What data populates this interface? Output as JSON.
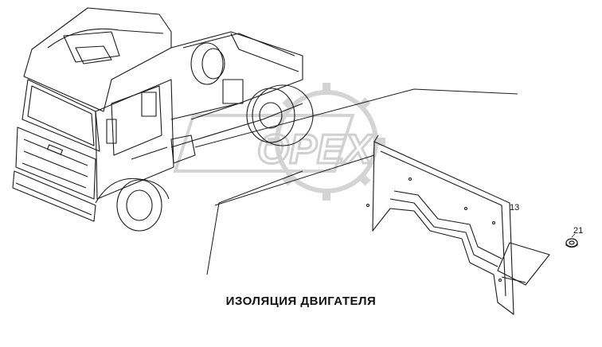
{
  "diagram": {
    "caption": "ИЗОЛЯЦИЯ ДВИГАТЕЛЯ",
    "watermark_text": "OPEX",
    "callouts": [
      {
        "id": "13",
        "label": "13"
      },
      {
        "id": "21",
        "label": "21"
      }
    ],
    "colors": {
      "line": "#1a1a1a",
      "watermark": "#d6d6d6",
      "background": "#ffffff"
    },
    "icons": [
      "truck-drawing",
      "insulation-panel-drawing",
      "washer-drawing",
      "gear-watermark-icon"
    ]
  }
}
